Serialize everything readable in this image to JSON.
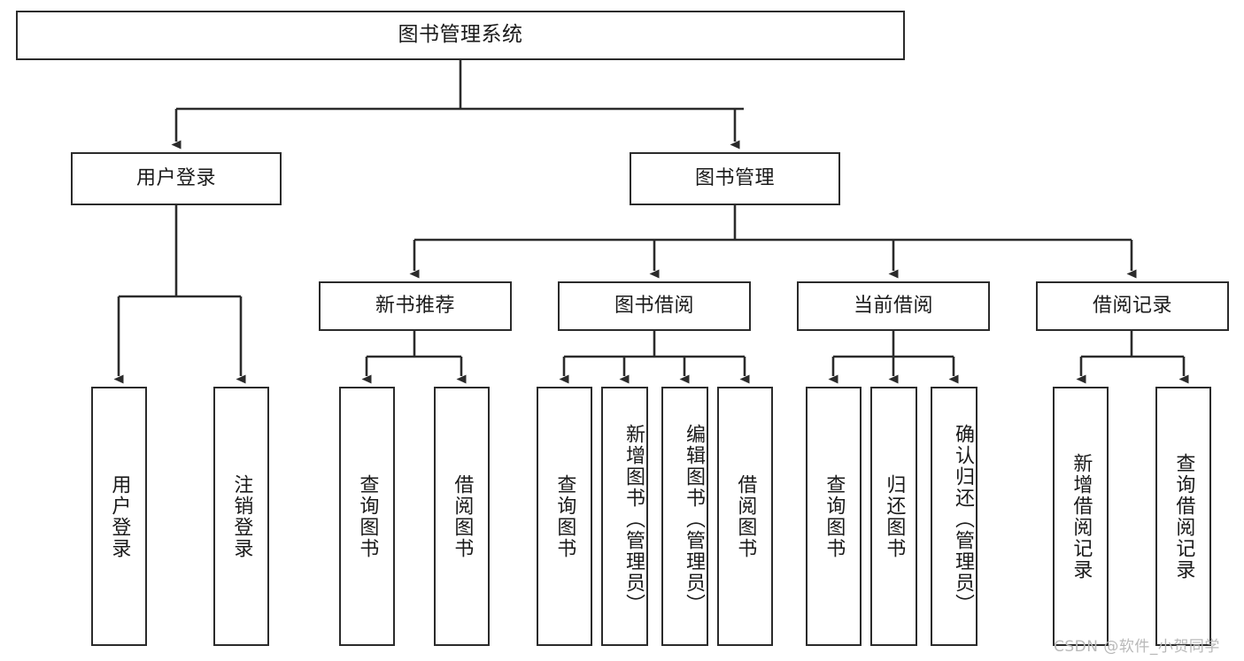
{
  "diagram": {
    "title": "图书管理系统",
    "watermark": "CSDN @软件_小贺同学",
    "line_color": "#2b2b2b",
    "box_fill": "#ffffff",
    "text_color": "#1a1a1a",
    "watermark_color": "#b9b9b9"
  },
  "root": {
    "label": "图书管理系统"
  },
  "level1": [
    {
      "label": "用户登录"
    },
    {
      "label": "图书管理"
    }
  ],
  "level2": [
    {
      "label": "新书推荐"
    },
    {
      "label": "图书借阅"
    },
    {
      "label": "当前借阅"
    },
    {
      "label": "借阅记录"
    }
  ],
  "leaves": {
    "user_login": [
      {
        "label": "用户登录"
      },
      {
        "label": "注销登录"
      }
    ],
    "new_book": [
      {
        "label": "查询图书"
      },
      {
        "label": "借阅图书"
      }
    ],
    "borrow": [
      {
        "label": "查询图书"
      },
      {
        "label": "新增图书（管理员）"
      },
      {
        "label": "编辑图书（管理员）"
      },
      {
        "label": "借阅图书"
      }
    ],
    "current": [
      {
        "label": "查询图书"
      },
      {
        "label": "归还图书"
      },
      {
        "label": "确认归还（管理员）"
      }
    ],
    "records": [
      {
        "label": "新增借阅记录"
      },
      {
        "label": "查询借阅记录"
      }
    ]
  }
}
